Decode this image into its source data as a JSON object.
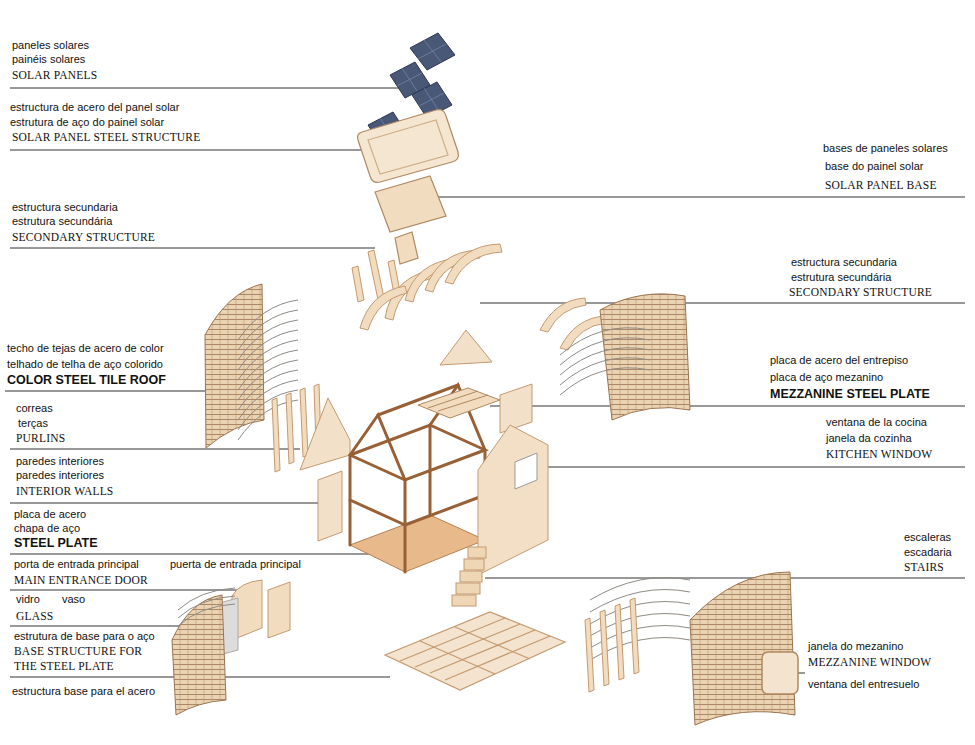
{
  "diagram": {
    "labels": [
      "paneles solares",
      "painéis solares",
      "SOLAR PANELS",
      "estructura de acero del panel solar",
      "estrutura de aço do painel solar",
      "SOLAR PANEL STEEL STRUCTURE",
      "estructura secundaria",
      "estrutura secundária",
      "SECONDARY STRUCTURE",
      "bases de paneles solares",
      "base do painel solar",
      "SOLAR PANEL BASE",
      "estructura secundaria",
      "estrutura secundária",
      "SECONDARY STRUCTURE",
      "techo de tejas de acero de color",
      "telhado de telha de aço colorido",
      "COLOR STEEL TILE ROOF",
      "correas",
      "terças",
      "PURLINS",
      "paredes interiores",
      "paredes interiores",
      "INTERIOR WALLS",
      "placa de acero",
      "chapa de aço",
      "STEEL PLATE",
      "porta de entrada principal",
      "puerta de entrada principal",
      "MAIN ENTRANCE DOOR",
      "vidro",
      "vaso",
      "GLASS",
      "estrutura de base para o aço",
      "BASE STRUCTURE FOR",
      "THE STEEL PLATE",
      "estructura base para el acero",
      "placa de acero del entrepiso",
      "placa de aço mezanino",
      "MEZZANINE STEEL PLATE",
      "ventana de la cocina",
      "janela da cozinha",
      "KITCHEN WINDOW",
      "escaleras",
      "escadaria",
      "STAIRS",
      "janela do mezanino",
      "MEZZANINE WINDOW",
      "ventana del entresuelo"
    ]
  }
}
